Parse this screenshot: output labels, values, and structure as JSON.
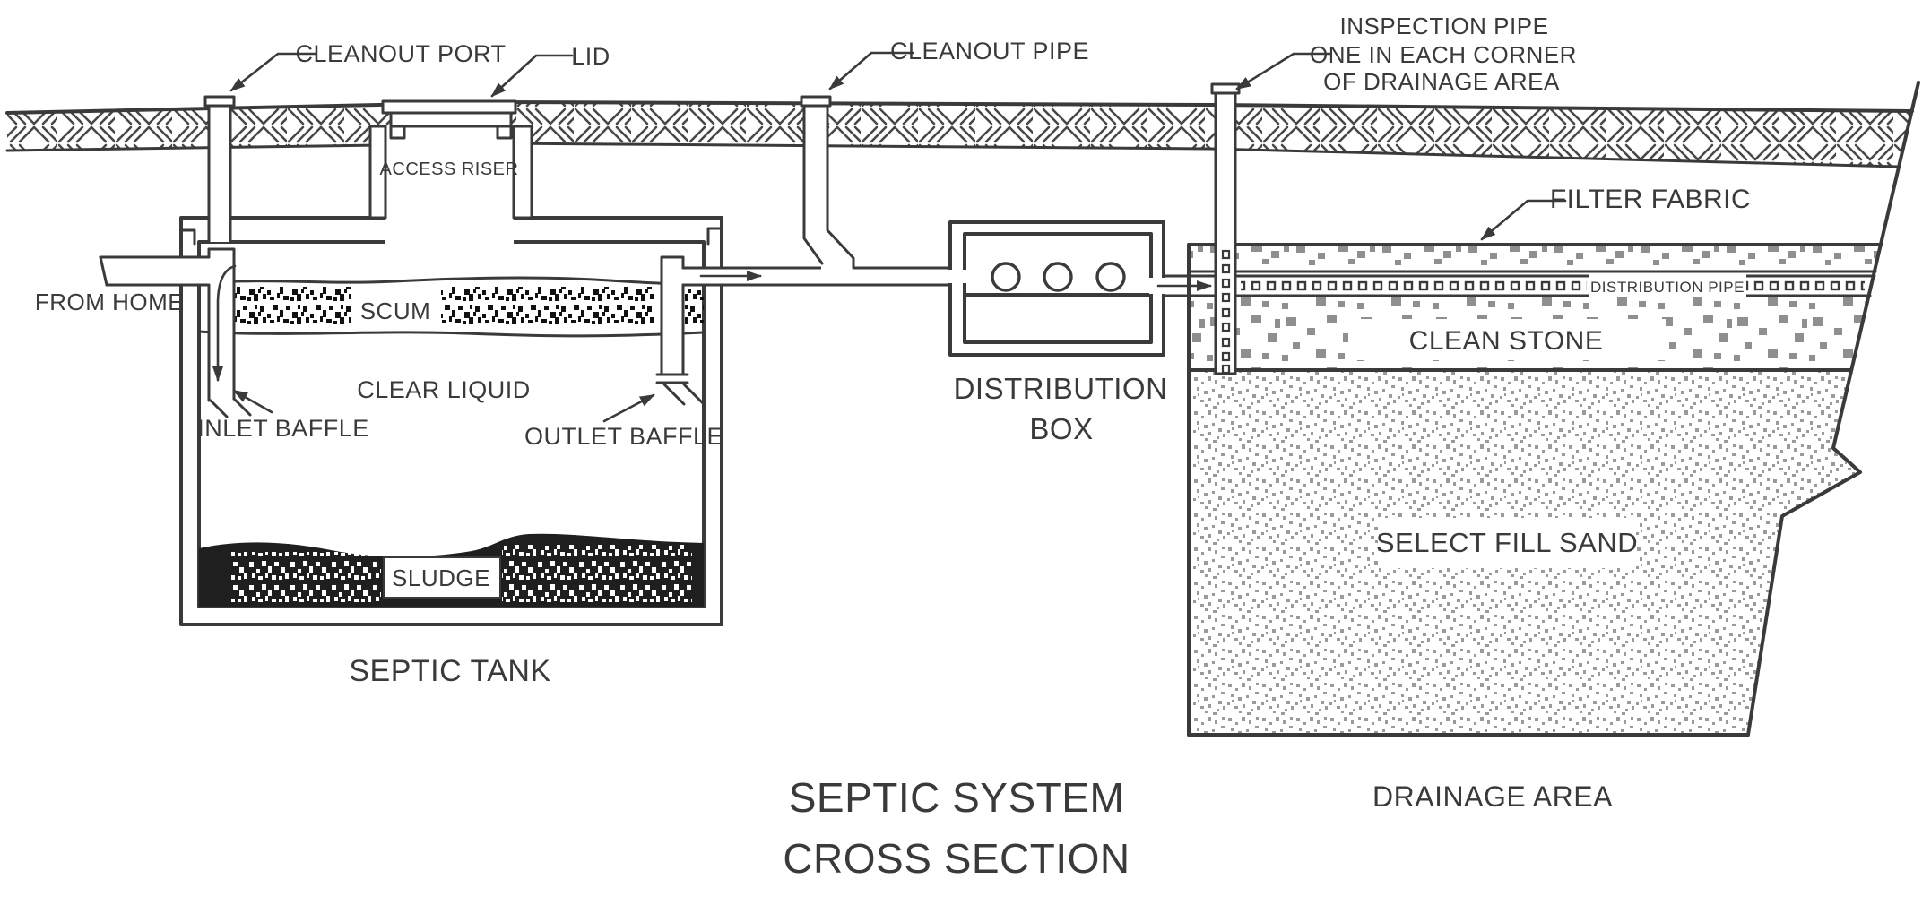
{
  "diagram": {
    "title_line1": "SEPTIC SYSTEM",
    "title_line2": "CROSS SECTION",
    "labels": {
      "cleanout_port": "CLEANOUT PORT",
      "lid": "LID",
      "access_riser": "ACCESS RISER",
      "cleanout_pipe": "CLEANOUT PIPE",
      "inspection_pipe_line1": "INSPECTION PIPE",
      "inspection_pipe_line2": "ONE IN EACH CORNER",
      "inspection_pipe_line3": "OF DRAINAGE AREA",
      "filter_fabric": "FILTER FABRIC",
      "distribution_pipe": "DISTRIBUTION PIPE",
      "clean_stone": "CLEAN STONE",
      "select_fill_sand": "SELECT FILL SAND",
      "from_home": "FROM HOME",
      "scum": "SCUM",
      "clear_liquid": "CLEAR LIQUID",
      "inlet_baffle": "INLET BAFFLE",
      "outlet_baffle": "OUTLET BAFFLE",
      "sludge": "SLUDGE",
      "septic_tank": "SEPTIC TANK",
      "distribution_box_line1": "DISTRIBUTION",
      "distribution_box_line2": "BOX",
      "drainage_area": "DRAINAGE AREA"
    },
    "colors": {
      "line": "#3a3a3a",
      "text": "#3a3a3a",
      "sludge_black": "#1f1f1f",
      "speck_gray": "#8f8f8f",
      "sand_gray": "#9a9a9a",
      "background": "#ffffff"
    }
  }
}
